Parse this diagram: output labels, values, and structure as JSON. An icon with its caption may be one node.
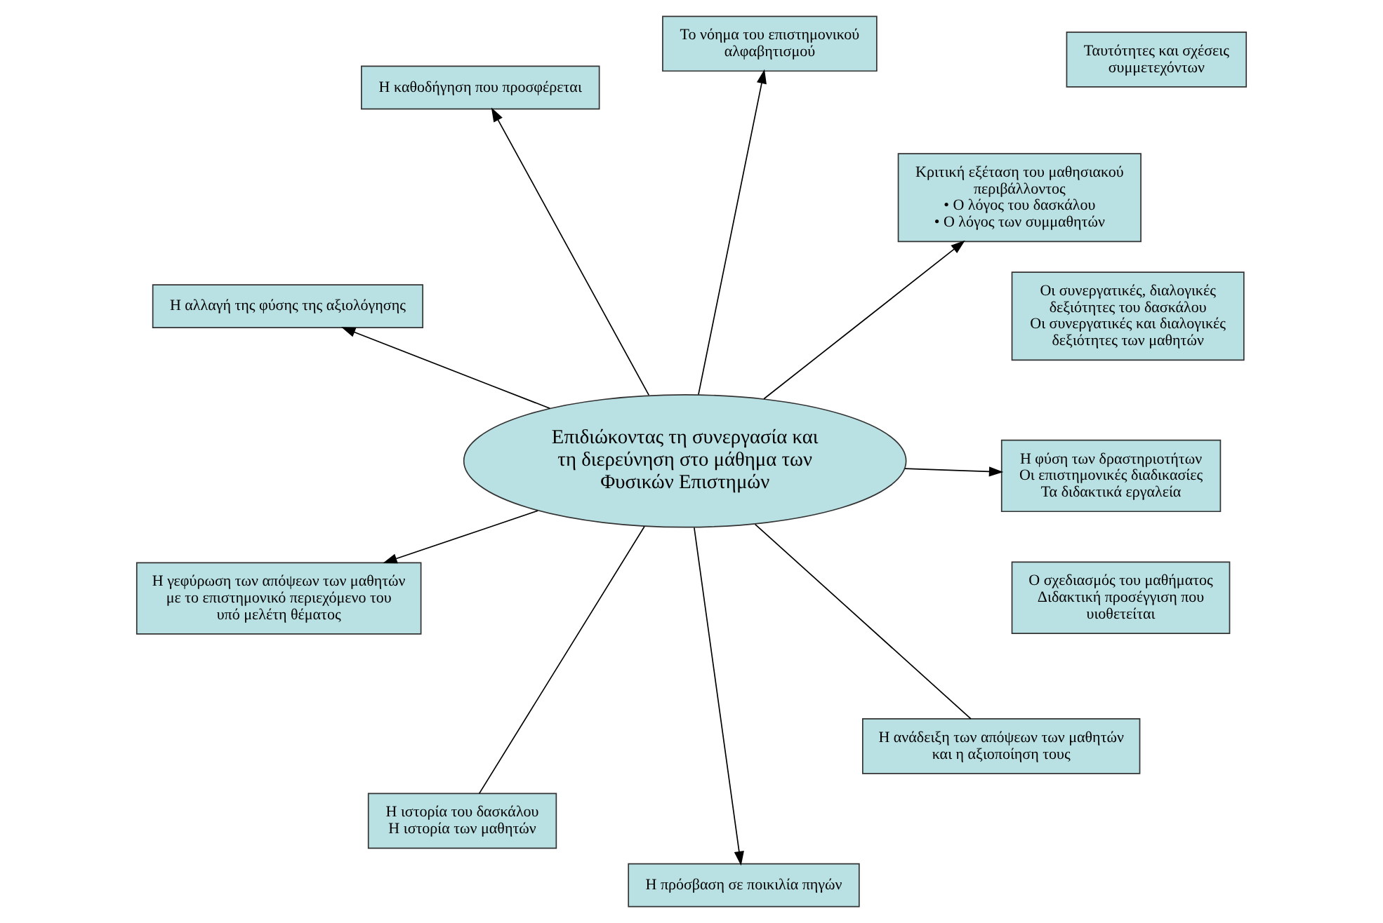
{
  "diagram": {
    "nodes": [
      {
        "text": [
          "Η αλλαγή της φύσης της αξιολόγησης"
        ]
      },
      {
        "text": [
          "Κριτική εξέταση του μαθησιακού περιβάλλοντος",
          "• Ο λόγος του δασκάλου",
          "• Ο λόγος των συμμαθητών"
        ]
      },
      {
        "text": [
          "Η πρόσβαση σε ποικιλία πηγών"
        ]
      },
      {
        "text": [
          "Το νόημα του επιστημονικού αλφαβητισμού"
        ]
      },
      {
        "text": [
          "Ταυτότητες και σχέσεις συμμετεχόντων"
        ]
      },
      {
        "text": [
          "Επιδιώκοντας τη συνεργασία και τη διερεύνηση στο μάθημα των Φυσικών Επιστημών"
        ]
      },
      {
        "text": [
          "Ο σχεδιασμός του μαθήματος",
          "Διδακτική προσέγγιση που υιοθετείται"
        ]
      },
      {
        "text": [
          "Η καθοδήγηση που προσφέρεται"
        ]
      },
      {
        "text": [
          "Η γεφύρωση των απόψεων των μαθητών με το επιστημονικό περιεχόμενο του υπό μελέτη θέματος"
        ]
      },
      {
        "text": [
          "Η φύση των δραστηριοτήτων",
          "Οι επιστημονικές διαδικασίες",
          "Τα διδακτικά εργαλεία"
        ]
      },
      {
        "text": [
          "Η ιστορία του δασκάλου",
          "Η ιστορία των μαθητών"
        ]
      },
      {
        "text": [
          "Οι συνεργατικές, διαλογικές δεξιότητες του δασκάλου",
          "Οι συνεργατικές και διαλογικές δεξιότητες των μαθητών"
        ]
      },
      {
        "text": [
          "Η ανάδειξη των απόψεων των μαθητών και η αξιοποίηση τους"
        ]
      }
    ],
    "edges": [
      {
        "from": 5,
        "to": 0,
        "arrow": "to"
      },
      {
        "from": 5,
        "to": 1,
        "arrow": "to"
      },
      {
        "from": 5,
        "to": 2,
        "arrow": "to"
      },
      {
        "from": 5,
        "to": 3,
        "arrow": "to"
      },
      {
        "from": 5,
        "to": 7,
        "arrow": "to"
      },
      {
        "from": 5,
        "to": 9,
        "arrow": "to"
      },
      {
        "from": 5,
        "to": 10,
        "arrow": "none"
      },
      {
        "from": 5,
        "to": 8,
        "arrow": "to"
      },
      {
        "from": 5,
        "to": 12,
        "arrow": "none"
      }
    ]
  }
}
